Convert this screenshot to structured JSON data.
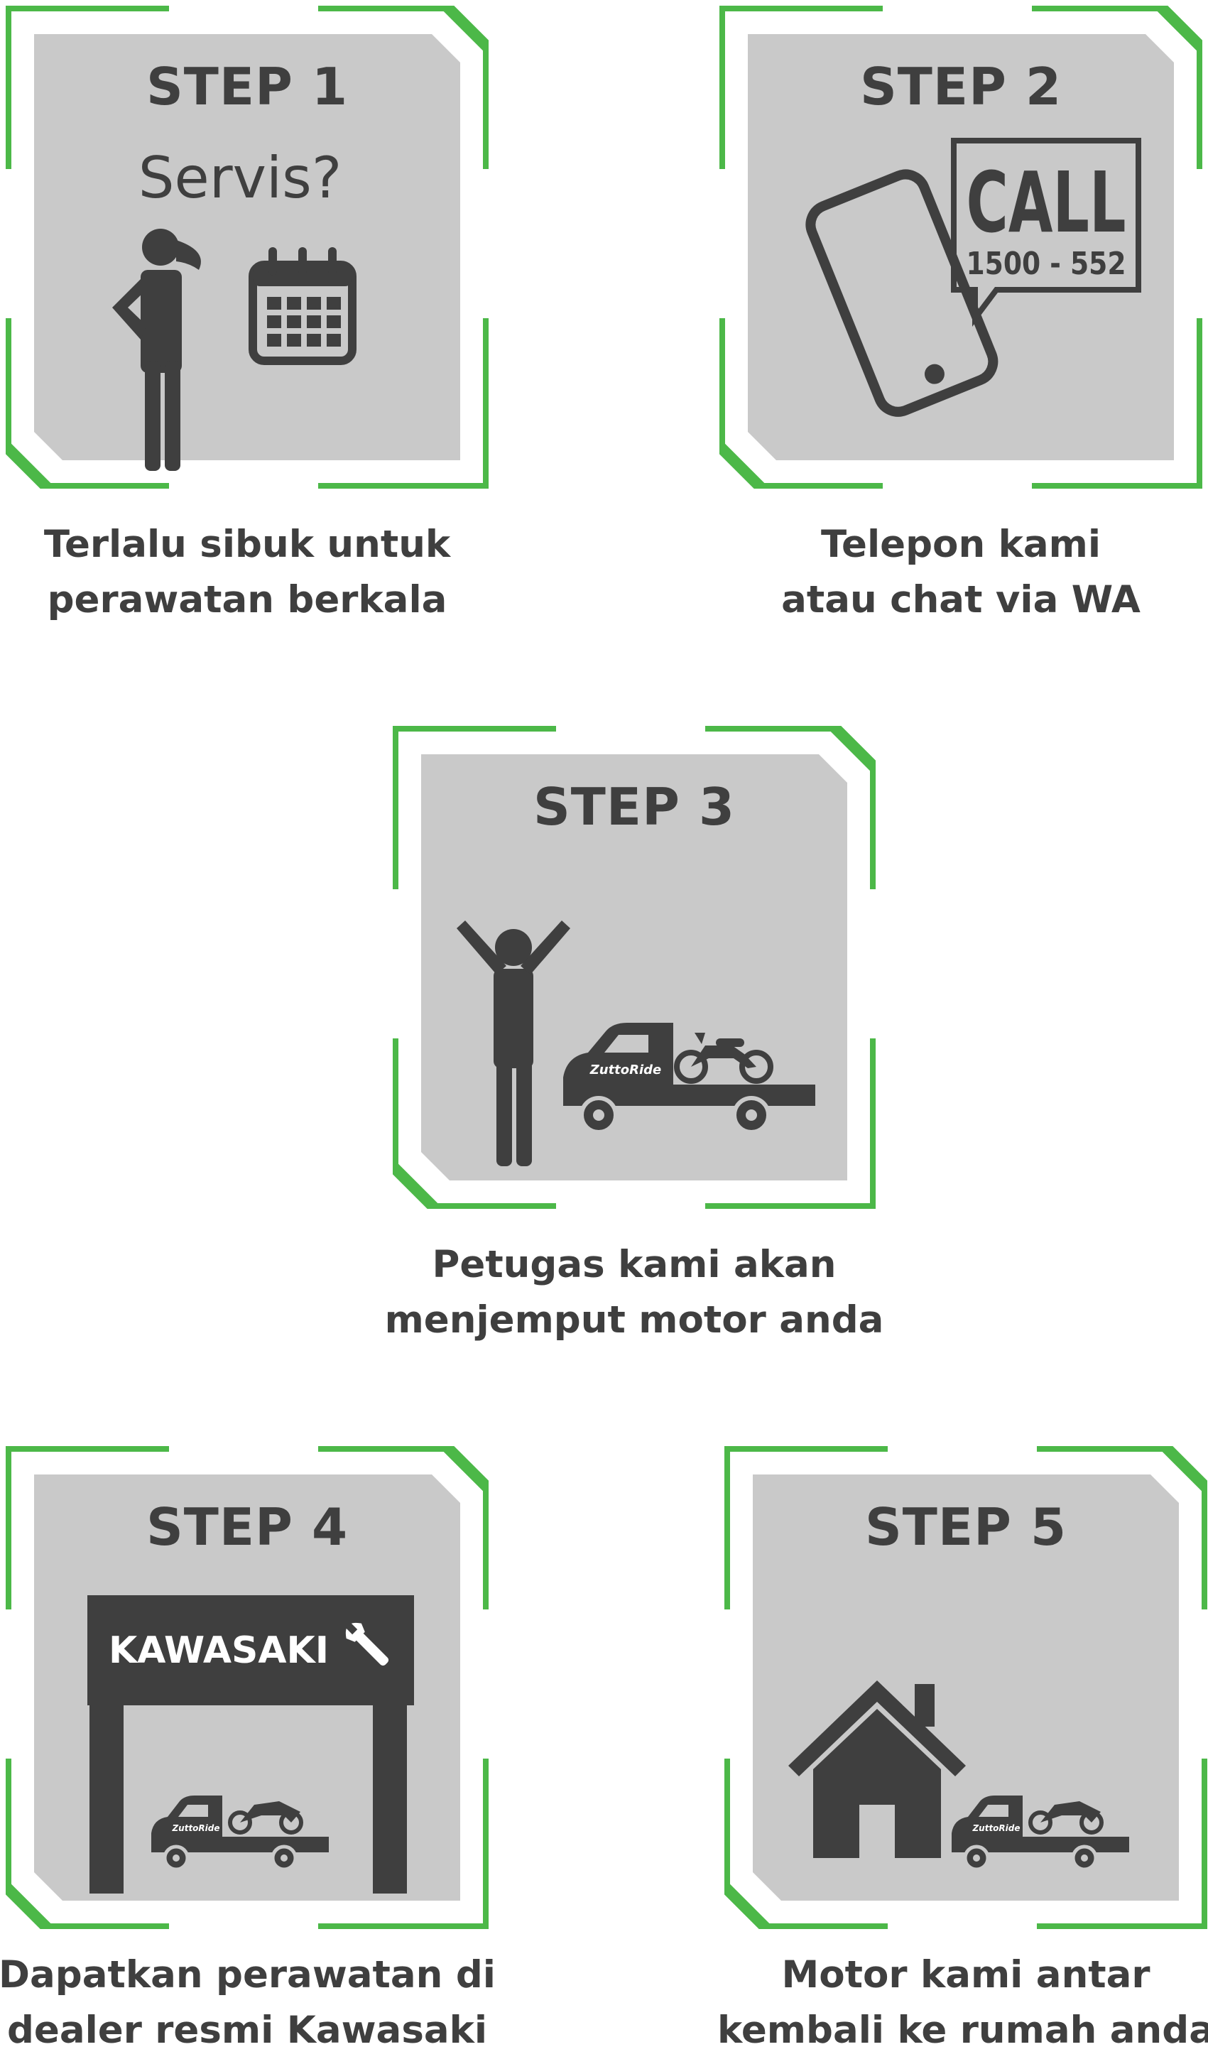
{
  "colors": {
    "frame_green": "#4cb848",
    "panel_gray": "#c9c9c9",
    "icon_dark": "#3f3f3f",
    "text_dark": "#3f3f3f"
  },
  "steps": [
    {
      "title": "STEP 1",
      "art_text": "Servis?",
      "icons": [
        "thinking-person-icon",
        "calendar-icon"
      ],
      "caption": [
        "Terlalu sibuk untuk",
        "perawatan berkala"
      ]
    },
    {
      "title": "STEP 2",
      "call_label": "CALL",
      "call_number": "1500 - 552",
      "icons": [
        "phone-icon",
        "speech-bubble-icon"
      ],
      "caption": [
        "Telepon kami",
        "atau chat via WA"
      ]
    },
    {
      "title": "STEP 3",
      "truck_logo": "ZuttoRide",
      "icons": [
        "waving-person-icon",
        "tow-truck-icon",
        "motorcycle-icon"
      ],
      "caption": [
        "Petugas kami akan",
        "menjemput motor anda"
      ]
    },
    {
      "title": "STEP 4",
      "dealer_name": "KAWASAKI",
      "truck_logo": "ZuttoRide",
      "icons": [
        "dealer-gate-icon",
        "wrench-icon",
        "tow-truck-icon",
        "motorcycle-icon"
      ],
      "caption": [
        "Dapatkan perawatan di",
        "dealer resmi Kawasaki"
      ]
    },
    {
      "title": "STEP 5",
      "truck_logo": "ZuttoRide",
      "icons": [
        "house-icon",
        "tow-truck-icon",
        "motorcycle-icon"
      ],
      "caption": [
        "Motor kami antar",
        "kembali ke rumah anda"
      ]
    }
  ]
}
